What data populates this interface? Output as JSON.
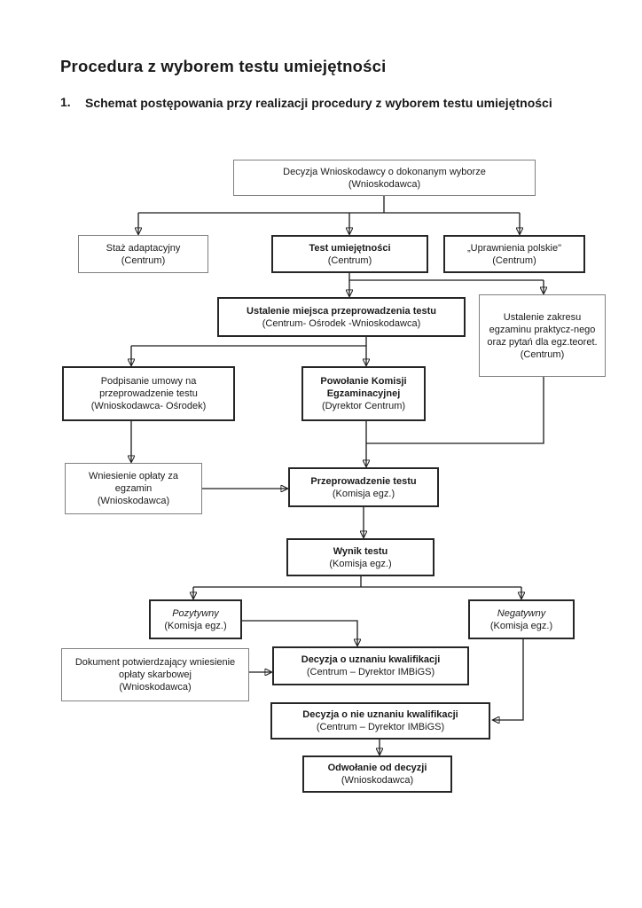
{
  "page": {
    "title": "Procedura z wyborem testu umiejętności",
    "section_number": "1.",
    "section_heading": "Schemat postępowania przy realizacji procedury z wyborem testu umiejętności"
  },
  "diagram": {
    "nodes": {
      "decyzja_wyboru": {
        "title": "Decyzja Wnioskodawcy o dokonanym wyborze",
        "actor": "(Wnioskodawca)"
      },
      "staz": {
        "title": "Staż adaptacyjny",
        "actor": "(Centrum)"
      },
      "test": {
        "title": "Test umiejętności",
        "actor": "(Centrum)"
      },
      "uprawnienia": {
        "title": "„Uprawnienia polskie\"",
        "actor": "(Centrum)"
      },
      "ustalenie_miejsca": {
        "title": "Ustalenie miejsca przeprowadzenia testu",
        "actor": "(Centrum- Ośrodek -Wnioskodawca)"
      },
      "ustalenie_zakresu": {
        "title": "Ustalenie zakresu egzaminu praktycz-nego oraz pytań dla egz.teoret.",
        "actor": "(Centrum)"
      },
      "podpisanie": {
        "title": "Podpisanie umowy na przeprowadzenie testu",
        "actor": "(Wnioskodawca- Ośrodek)"
      },
      "powolanie": {
        "title": "Powołanie Komisji Egzaminacyjnej",
        "actor": "(Dyrektor Centrum)"
      },
      "wniesienie": {
        "title": "Wniesienie opłaty za egzamin",
        "actor": "(Wnioskodawca)"
      },
      "przeprowadzenie": {
        "title": "Przeprowadzenie testu",
        "actor": "(Komisja egz.)"
      },
      "wynik": {
        "title": "Wynik testu",
        "actor": "(Komisja egz.)"
      },
      "pozytywny": {
        "title": "Pozytywny",
        "actor": "(Komisja egz.)"
      },
      "negatywny": {
        "title": "Negatywny",
        "actor": "(Komisja egz.)"
      },
      "dokument": {
        "title": "Dokument potwierdzający wniesienie opłaty skarbowej",
        "actor": "(Wnioskodawca)"
      },
      "decyzja_uznanie": {
        "title": "Decyzja o uznaniu kwalifikacji",
        "actor": "(Centrum – Dyrektor IMBiGS)"
      },
      "decyzja_nieuznanie": {
        "title": "Decyzja o nie uznaniu kwalifikacji",
        "actor": "(Centrum – Dyrektor IMBiGS)"
      },
      "odwolanie": {
        "title": "Odwołanie od decyzji",
        "actor": "(Wnioskodawca)"
      }
    }
  }
}
